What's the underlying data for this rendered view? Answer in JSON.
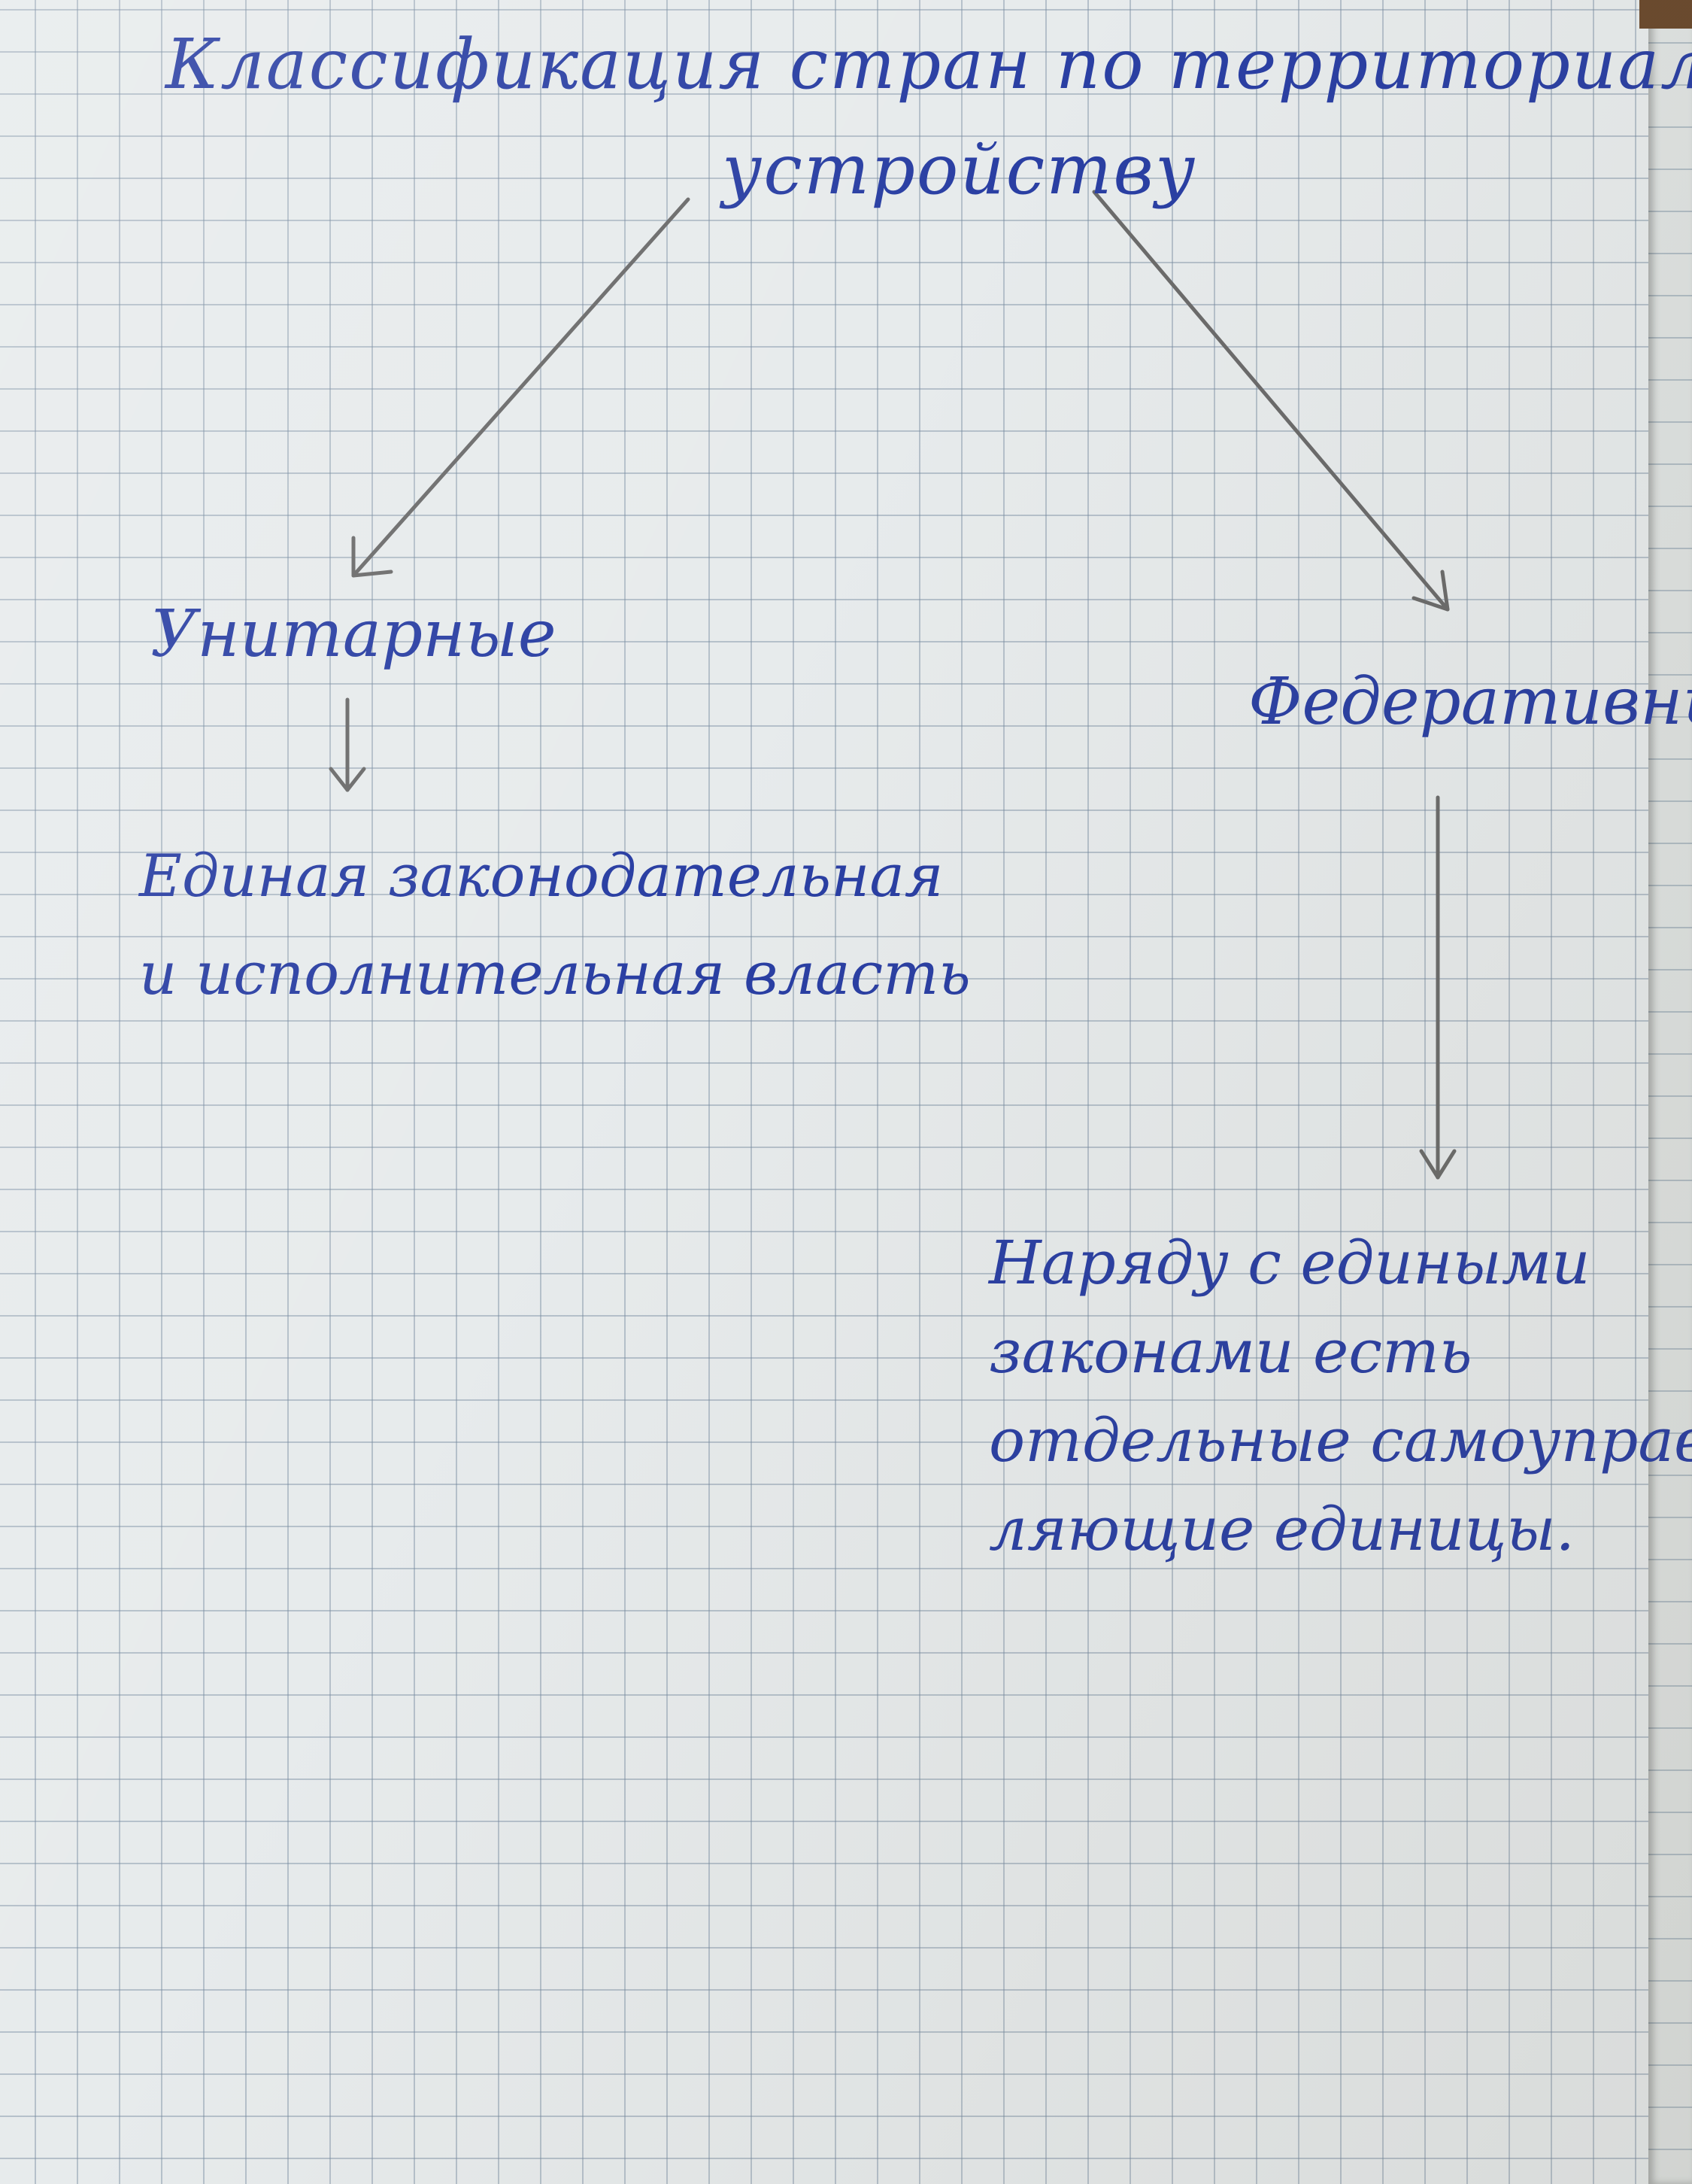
{
  "diagram": {
    "title": {
      "line1": "Классификация стран по территориальному",
      "line2": "устройству"
    },
    "branches": [
      {
        "label": "Унитарные",
        "description": [
          "Единая законодательная",
          "и исполнительная власть"
        ]
      },
      {
        "label": "Федеративные",
        "description": [
          "Наряду с едиными",
          "законами есть",
          "отдельные самоуправ-",
          "ляющие единицы."
        ]
      }
    ],
    "colors": {
      "ink": "#2a3fa3",
      "pencil": "#6b6b6b",
      "paper": "#e7ebec",
      "grid": "#8c9caf"
    }
  }
}
